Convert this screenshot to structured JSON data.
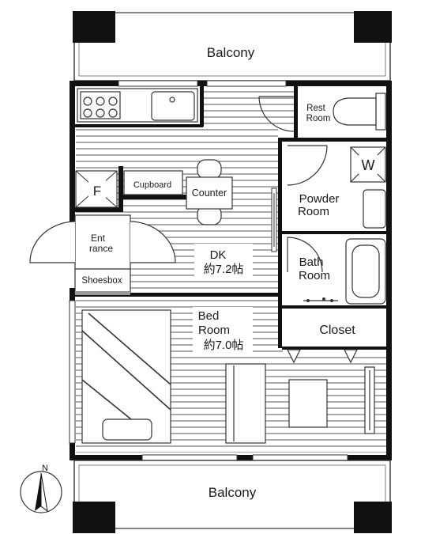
{
  "rooms": {
    "balcony_top": "Balcony",
    "balcony_bottom": "Balcony",
    "rest_room": [
      "Rest",
      "Room"
    ],
    "washer": "W",
    "powder_room": [
      "Powder",
      "Room"
    ],
    "bath_room": [
      "Bath",
      "Room"
    ],
    "fridge": "F",
    "cupboard": "Cupboard",
    "counter": "Counter",
    "entrance": [
      "Ent",
      "rance"
    ],
    "shoesbox": "Shoesbox",
    "dk": [
      "DK",
      "約7.2帖"
    ],
    "bed_room": [
      "Bed",
      "Room",
      "約7.0帖"
    ],
    "closet": "Closet"
  },
  "compass": {
    "label": "N"
  }
}
